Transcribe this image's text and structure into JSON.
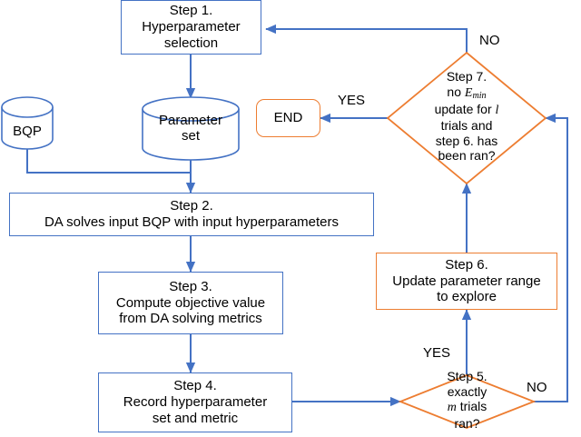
{
  "diagram": {
    "title": "Digital Annealer hyperparameter tuning flowchart",
    "colors": {
      "process_border": "#4472c4",
      "decision_border": "#ed7d31",
      "terminal_border": "#ed7d31",
      "arrow": "#4472c4",
      "background": "#ffffff",
      "text": "#000000"
    },
    "nodes": [
      {
        "id": "step1",
        "type": "process",
        "lines": [
          "Step 1.",
          "Hyperparameter",
          "selection"
        ]
      },
      {
        "id": "bqp",
        "type": "database",
        "lines": [
          "BQP"
        ]
      },
      {
        "id": "parameter-set",
        "type": "database",
        "lines": [
          "Parameter",
          "set"
        ]
      },
      {
        "id": "step2",
        "type": "process",
        "lines": [
          "Step 2.",
          "DA solves input BQP with input hyperparameters"
        ]
      },
      {
        "id": "step3",
        "type": "process",
        "lines": [
          "Step 3.",
          "Compute objective value",
          "from DA solving metrics"
        ]
      },
      {
        "id": "step4",
        "type": "process",
        "lines": [
          "Step 4.",
          "Record hyperparameter",
          "set and metric"
        ]
      },
      {
        "id": "step5",
        "type": "decision",
        "lines": [
          "Step 5.",
          "exactly",
          "m trials",
          "ran?"
        ]
      },
      {
        "id": "step6",
        "type": "process-orange",
        "lines": [
          "Step 6.",
          "Update parameter range",
          "to explore"
        ]
      },
      {
        "id": "step7",
        "type": "decision",
        "lines": [
          "Step 7.",
          "no Emin",
          "update for l",
          "trials and",
          "step 6. has",
          "been ran?"
        ]
      },
      {
        "id": "end",
        "type": "terminal",
        "lines": [
          "END"
        ]
      }
    ],
    "edge_labels": [
      {
        "id": "step7-no",
        "text": "NO"
      },
      {
        "id": "step7-yes",
        "text": "YES"
      },
      {
        "id": "step5-yes",
        "text": "YES"
      },
      {
        "id": "step5-no",
        "text": "NO"
      }
    ],
    "text": {
      "step1_l1": "Step 1.",
      "step1_l2": "Hyperparameter",
      "step1_l3": "selection",
      "bqp": "BQP",
      "param_l1": "Parameter",
      "param_l2": "set",
      "step2_l1": "Step 2.",
      "step2_l2": "DA solves input BQP with input hyperparameters",
      "step3_l1": "Step 3.",
      "step3_l2": "Compute objective value",
      "step3_l3": "from DA solving metrics",
      "step4_l1": "Step 4.",
      "step4_l2": "Record hyperparameter",
      "step4_l3": "set and metric",
      "step5_l1": "Step 5.",
      "step5_l2": "exactly",
      "step5_l3_m": "m",
      "step5_l3_rest": " trials",
      "step5_l4": "ran?",
      "step6_l1": "Step 6.",
      "step6_l2": "Update parameter range",
      "step6_l3": "to explore",
      "step7_l1": "Step 7.",
      "step7_l2_pre": "no ",
      "step7_l2_e": "E",
      "step7_l2_sub": "min",
      "step7_l3_pre": "update for ",
      "step7_l3_l": "l",
      "step7_l4": "trials and",
      "step7_l5": "step 6. has",
      "step7_l6": "been ran?",
      "end": "END",
      "no_7": "NO",
      "yes_7": "YES",
      "yes_5": "YES",
      "no_5": "NO"
    }
  }
}
